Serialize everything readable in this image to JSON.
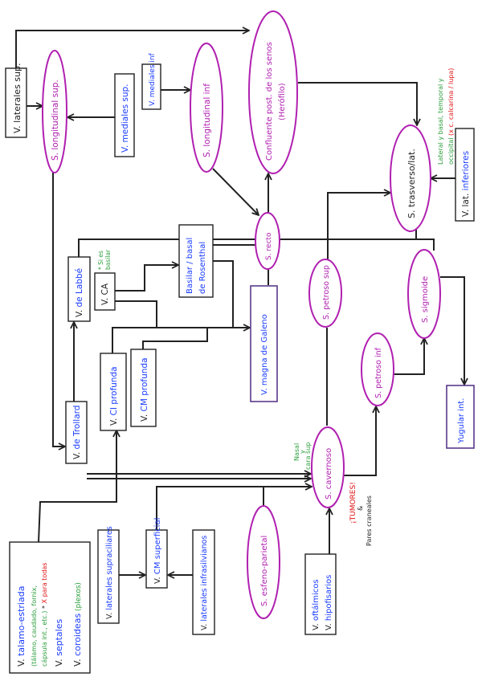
{
  "colors": {
    "vein": "#1a3cff",
    "sinus": "#b020b0",
    "note_green": "#2a9d3a",
    "note_red": "#e01010",
    "line": "#222222",
    "galeno_border": "#5a3a8a"
  },
  "nodes": {
    "laterales_sup": "V. laterales sup.",
    "long_sup": "S. longitudinal sup.",
    "mediales_sup": "V. mediales sup.",
    "mediales_inf": "V. mediales inf",
    "long_inf": "S. longitudinal inf",
    "confluente_1": "Confluente post. de los senos",
    "confluente_2": "(Herófilo)",
    "trasverso": "S. trasverso/lat.",
    "lat_inf_prefix": "V. lat. ",
    "lat_inf": "inferiores",
    "lat_inf_note_1": "Lateral y basal, temporal y",
    "lat_inf_note_2a": "occipital ",
    "lat_inf_note_2b": "(x c. calcarina / lupa)",
    "recto": "S. recto",
    "basilar_1": "Basilar / basal",
    "basilar_2": "de Rosenthal",
    "labbe_prefix": "V. ",
    "labbe": "de Labbé",
    "ca": "V. CA",
    "ca_note_1": "* Si es",
    "ca_note_2": "basilar",
    "galeno": "V. magna de Galeno",
    "petroso_sup": "S. petroso sup",
    "sigmoide": "S. sigmoide",
    "petroso_inf": "S. petroso inf",
    "yugular": "Yugular int.",
    "ci_prof_prefix": "V. ",
    "ci_prof": "CI profunda",
    "cm_prof_prefix": "V. ",
    "cm_prof": "CM profunda",
    "trollard_prefix": "V. ",
    "trollard": "de Trollard",
    "cavernoso": "S. cavernoso",
    "cav_note_1": "Nasal",
    "cav_note_2": "y",
    "cav_note_3": "cara sup",
    "tumores": "¡TUMORES!",
    "tumores_and": "&",
    "pares": "Pares craneales",
    "talamo_prefix": "V. ",
    "talamo": "talamo-estriada",
    "talamo_sub": "(tálamo, caudado, fornix, ",
    "talamo_sub2": "cápsula int., etc.)",
    "talamo_star": " * ",
    "talamo_red": "X para todas",
    "septales_prefix": "V. ",
    "septales": "septales",
    "coroideas_prefix": "V. ",
    "coroideas": "coroideas",
    "coroideas_sub": " (plexos)",
    "supraciliares_prefix": "V. ",
    "supraciliares": "laterales supraciliares",
    "cm_sup_prefix": "V. ",
    "cm_sup": "CM superficial",
    "infrasilvianos_prefix": "V. ",
    "infrasilvianos": "laterales infrasilvianos",
    "esfeno": "S. esfeno-parietal",
    "oft_prefix": "V. ",
    "oft": "oftálmicos",
    "hipo_prefix": "V. ",
    "hipo": "hipofisarios"
  }
}
